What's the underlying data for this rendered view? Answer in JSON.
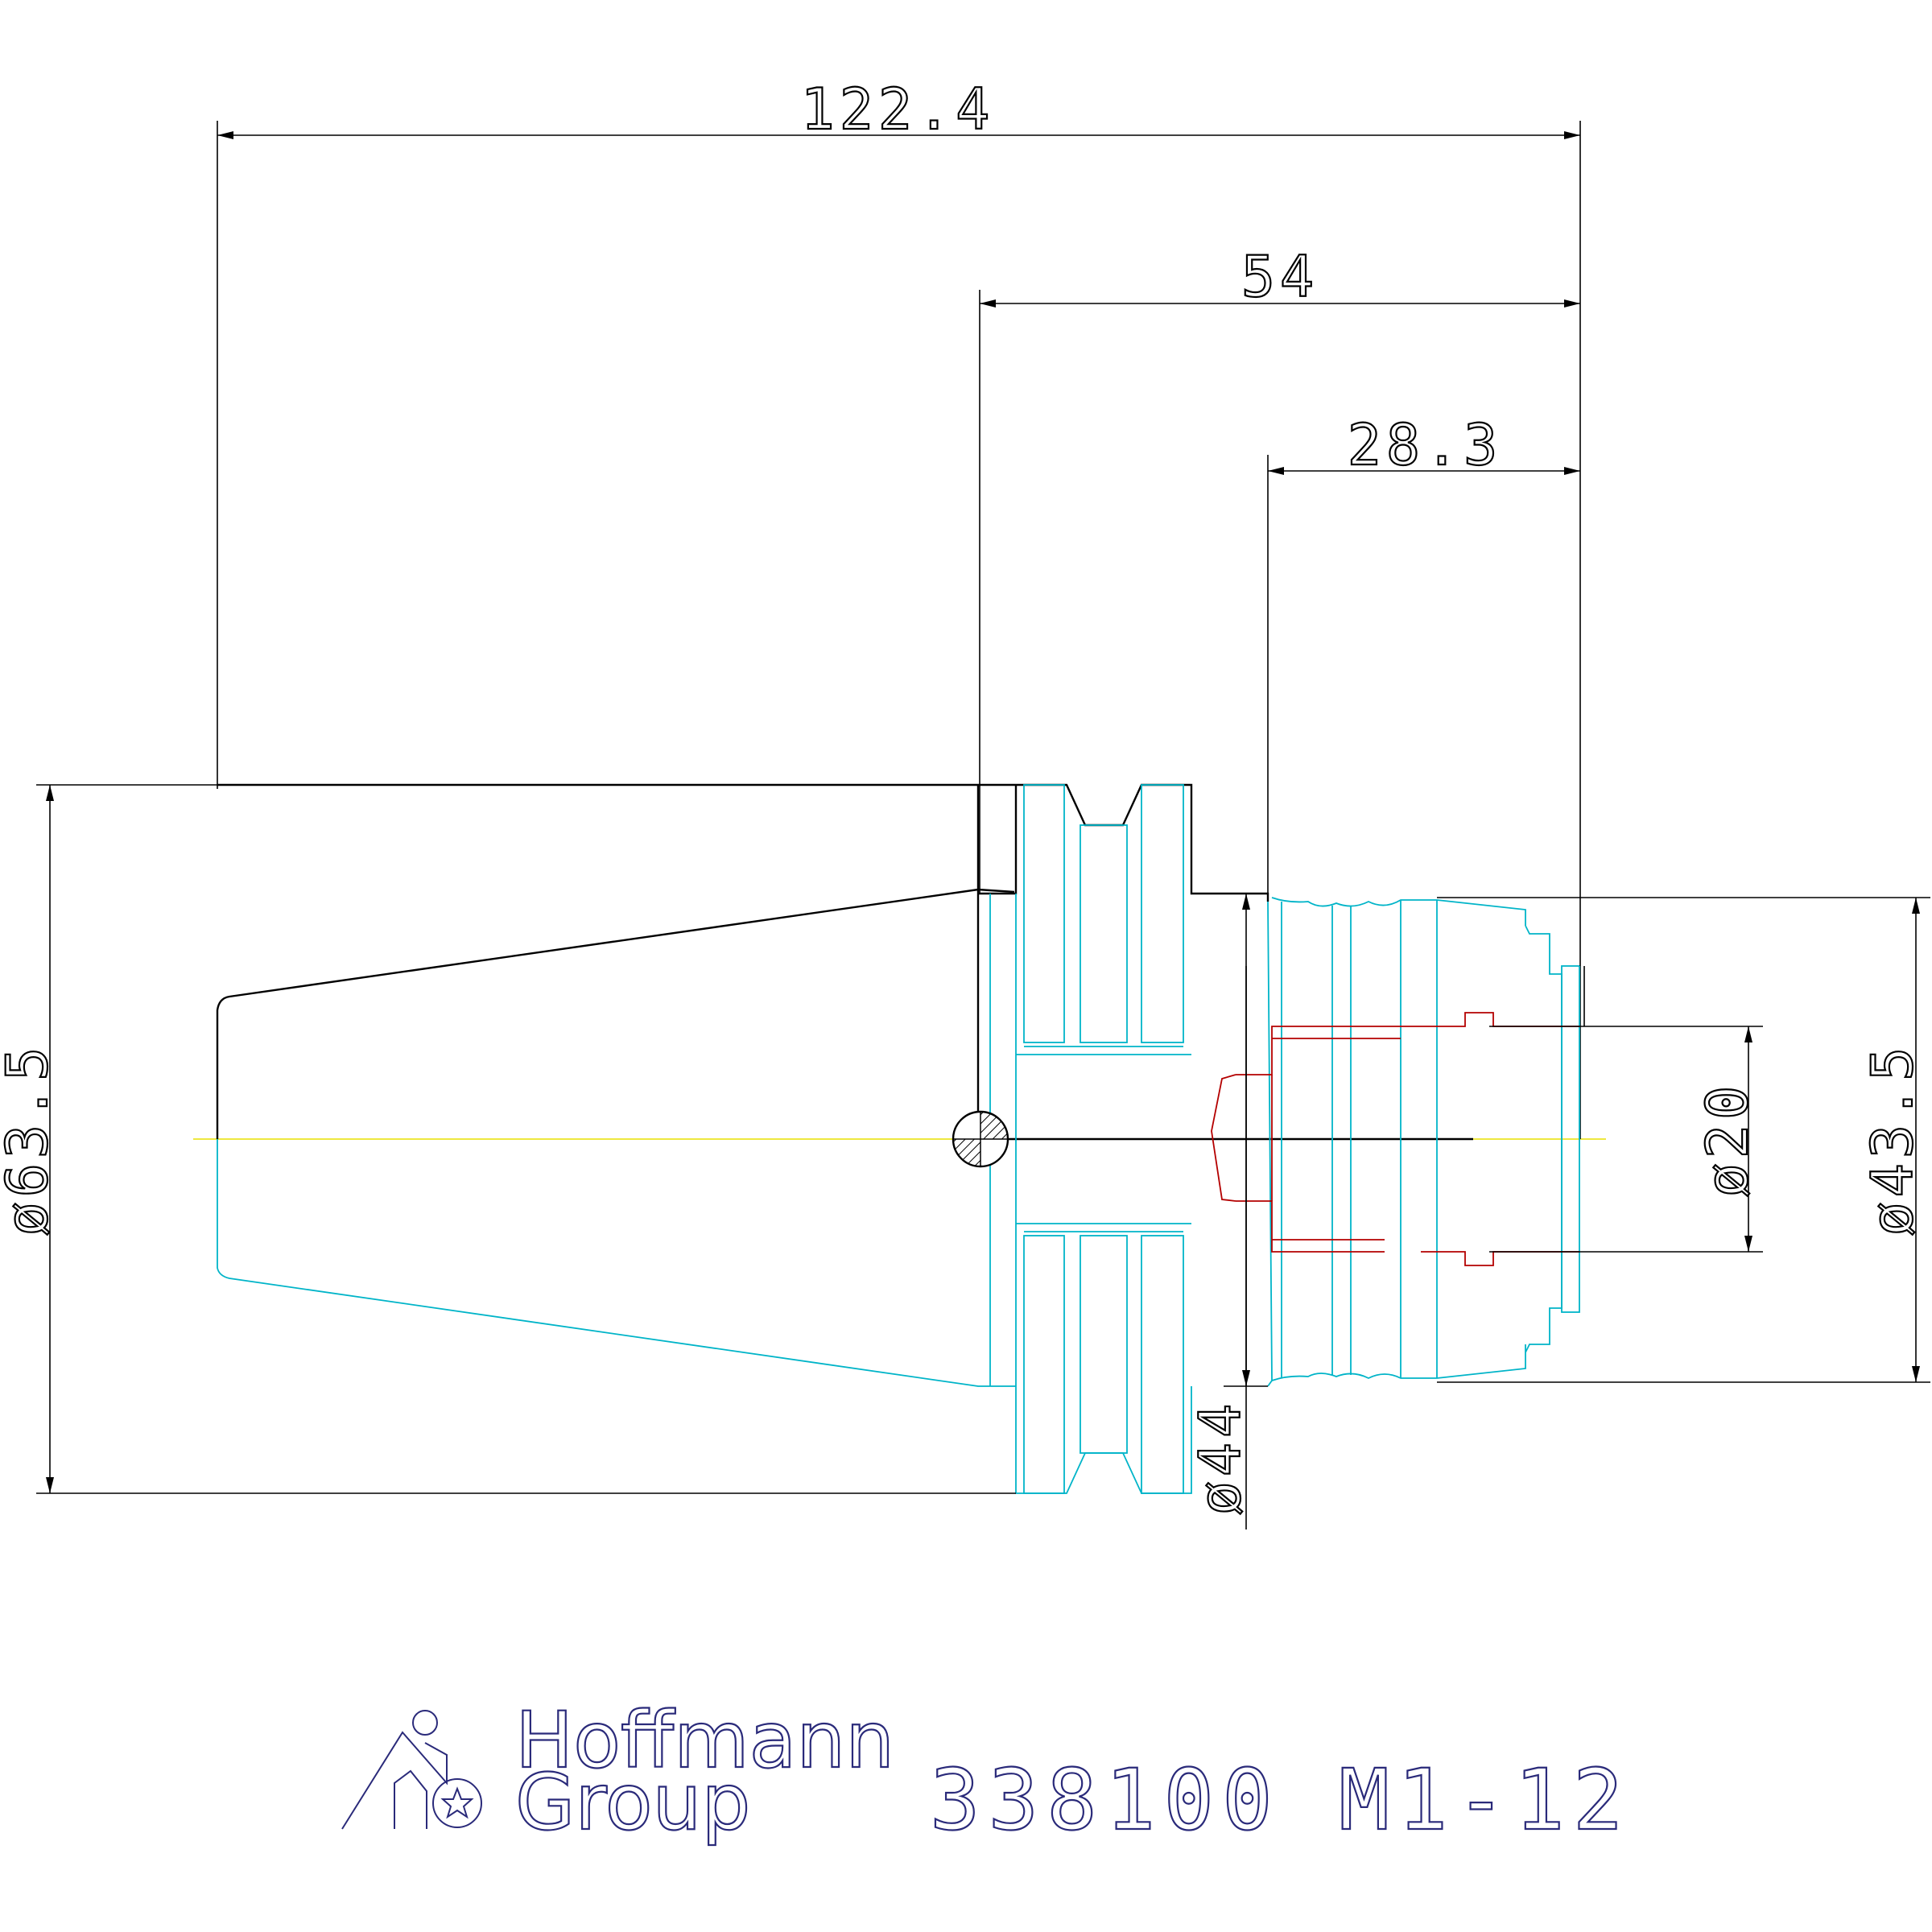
{
  "dimensions": {
    "overall_length": "122.4",
    "flange_to_end": "54",
    "nose_length": "28.3",
    "flange_diameter": "ø63.5",
    "shank_diameter": "ø44",
    "clamp_diameter": "ø20",
    "nose_diameter": "ø43.5"
  },
  "title_block": {
    "brand_line1": "Hoffmann",
    "brand_line2": "Group",
    "part_number": "338100 M1-12"
  },
  "colors": {
    "dimension_lines": "#000000",
    "visible_edges_lower": "#00b4c8",
    "hidden_bore": "#b40000",
    "centerline": "#e8e000",
    "logo": "#2a2a7a"
  }
}
